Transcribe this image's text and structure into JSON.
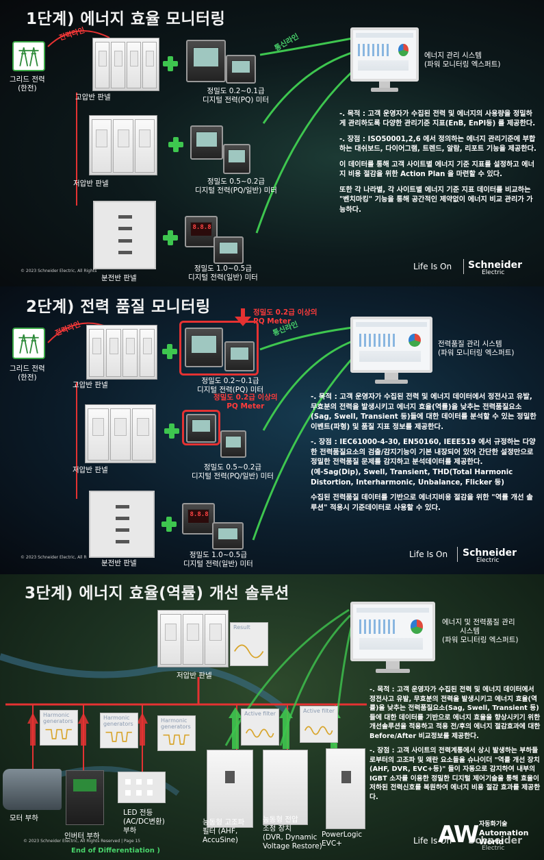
{
  "stage1": {
    "title": "1단계) 에너지 효율 모니터링",
    "power_line_label": "전력라인",
    "comm_line_label": "통신라인",
    "grid": {
      "label1": "그리드 전력",
      "label2": "(한전)"
    },
    "hv_panel": "고압반 판넬",
    "lv_panel": "저압반 판넬",
    "dist_panel": "분전반 판넬",
    "meter1": {
      "line1": "정밀도 0.2~0.1급",
      "line2": "디지털 전력(PQ) 미터"
    },
    "meter2": {
      "line1": "정밀도 0.5~0.2급",
      "line2": "디지털 전력(PQ/일반) 미터"
    },
    "meter3": {
      "line1": "정밀도 1.0~0.5급",
      "line2": "디지털 전력(일반) 미터"
    },
    "system": {
      "line1": "에너지 관리 시스템",
      "line2": "(파워 모니터링 엑스퍼트)"
    },
    "desc": [
      "-. 목적 : 고객 운영자가 수집된 전력 및 에너지의 사용량을 정밀하게 관리하도록 다양한 관리기준 지표(EnB, EnPI등) 를 제공한다.",
      "-. 장점 : ISO50001,2,6 에서 정의하는 에너지 관리기준에 부합하는 대쉬보드, 다이어그램, 트렌드, 알람, 리포트 기능을 제공한다.",
      "이 데이터를 통해 고객 사이트별 에너지 기준 지표를 설정하고 에너지 비용 절감을 위한 Action Plan 을 마련할 수 있다.",
      "또한 각 나라별, 각 사이트별 에너지 기준 지표 데이터를 비교하는 \"벤치마킹\" 기능을 통해 공간적인 제약없이 에너지 비교 관리가 가능하다."
    ],
    "copyright": "© 2023 Schneider Electric, All Rights"
  },
  "stage2": {
    "title": "2단계) 전력 품질 모니터링",
    "power_line_label": "전력라인",
    "comm_line_label": "통신라인",
    "grid": {
      "label1": "그리드 전력",
      "label2": "(한전)"
    },
    "hv_panel": "고압반 판넬",
    "lv_panel": "저압반 판넬",
    "dist_panel": "분전반 판넬",
    "pq_callout1": {
      "line1": "정밀도 0.2급 이상의",
      "line2": "PQ Meter"
    },
    "pq_callout2": {
      "line1": "정밀도 0.2급 이상의",
      "line2": "PQ Meter"
    },
    "meter1": {
      "line1": "정밀도 0.2~0.1급",
      "line2": "디지털 전력(PQ) 미터"
    },
    "meter2": {
      "line1": "정밀도 0.5~0.2급",
      "line2": "디지털 전력(PQ/일반) 미터"
    },
    "meter3": {
      "line1": "정밀도 1.0~0.5급",
      "line2": "디지털 전력(일반) 미터"
    },
    "system": {
      "line1": "전력품질 관리 시스템",
      "line2": "(파워 모니터링 엑스퍼트)"
    },
    "desc": [
      "-. 목적 : 고객 운영자가 수집된 전력 및 에너지 데이터에서 정전사고 유발, 무효분의 전력을 발생시키고 에너지 효율(역률)을 낮추는 전력품질요소(Sag, Swell, Transient 등)들에 대한 데이터를 분석할 수 있는 정밀한 이벤트(파형) 및 품질 지표 정보를 제공한다.",
      "-. 장점 : IEC61000-4-30, EN50160, IEEE519 에서 규정하는 다양한 전력품질요소의 검출/감지기능이 기본 내장되어 있어 간단한 설정만으로 정밀한 전력품질 문제를 감지하고 분석데이터를 제공한다.",
      "(예-Sag(Dip), Swell, Transient, THD(Total Harmonic Distortion, Interharmonic, Unbalance, Flicker 등)",
      "수집된 전력품질 데이터를 기반으로 에너지비용 절감을 위한 \"역률 개선 솔루션\" 적용시 기준데이터로 사용할 수 있다."
    ],
    "copyright": "© 2023 Schneider Electric, All R"
  },
  "stage3": {
    "title": "3단계) 에너지 효율(역률) 개선 솔루션",
    "lv_panel": "저압반 판넬",
    "result_label": "Result",
    "harmonic_label": "Harmonic generators",
    "active_filter_label": "Active filter",
    "system": {
      "line1": "에너지 및 전력품질 관리",
      "line2": "시스템",
      "line3": "(파워 모니터링 엑스퍼트)"
    },
    "loads": {
      "motor": "모터 부하",
      "inverter": "인버터 부하",
      "led": {
        "line1": "LED 전등",
        "line2": "(AC/DC변환)",
        "line3": "부하"
      }
    },
    "devices": {
      "ahf": {
        "line1": "능동형 고조파",
        "line2": "필터 (AHF,",
        "line3": "AccuSine)"
      },
      "dvr": {
        "line1": "능동형 전압",
        "line2": "조정 장치",
        "line3": "(DVR, Dynamic",
        "line4": "Voltage Restore)"
      },
      "evc": {
        "line1": "PowerLogic",
        "line2": "EVC+"
      }
    },
    "desc": [
      "-. 목적 : 고객 운영자가 수집된 전력 및 에너지 데이터에서 정전사고 유발, 무효분의 전력을 발생시키고 에너지 효율(역률)을 낮추는 전력품질요소(Sag, Swell, Transient 등)들에 대한 데이터를 기반으로 에너지 효율을 향상시키기 위한 개선솔루션을 적용하고 적용 전/후의 에너지 절감효과에 대한 Before/After 비교정보를 제공한다.",
      "-. 장점 : 고객 사이트의 전력계통에서 상시 발생하는 부하들로부터의 고조파 및 왜란 요소들을 슈나이더 \"역률 개선 장치(AHF, DVR, EVC+등)\" 들이 자동으로 감지하여 내부의 IGBT 소자를 이용한 정밀한 디지털 제어기술을 통해 효율이 저하된 전력신호를 복원하여 에너지 비용 절감 효과를 제공한다."
    ],
    "copyright": "© 2023 Schneider Electric, All Rights Reserved | Page 15",
    "end_label": "End of Differentiation )"
  },
  "brand": {
    "life_is_on": "Life Is On",
    "schneider": "Schneider",
    "electric": "Electric"
  },
  "watermark": {
    "logo": "AW",
    "line1": "자동화기술",
    "line2": "Automation",
    "line3": "World"
  },
  "colors": {
    "power_line": "#e53232",
    "comm_line": "#3ec64f",
    "accent_green": "#3ec64f"
  }
}
